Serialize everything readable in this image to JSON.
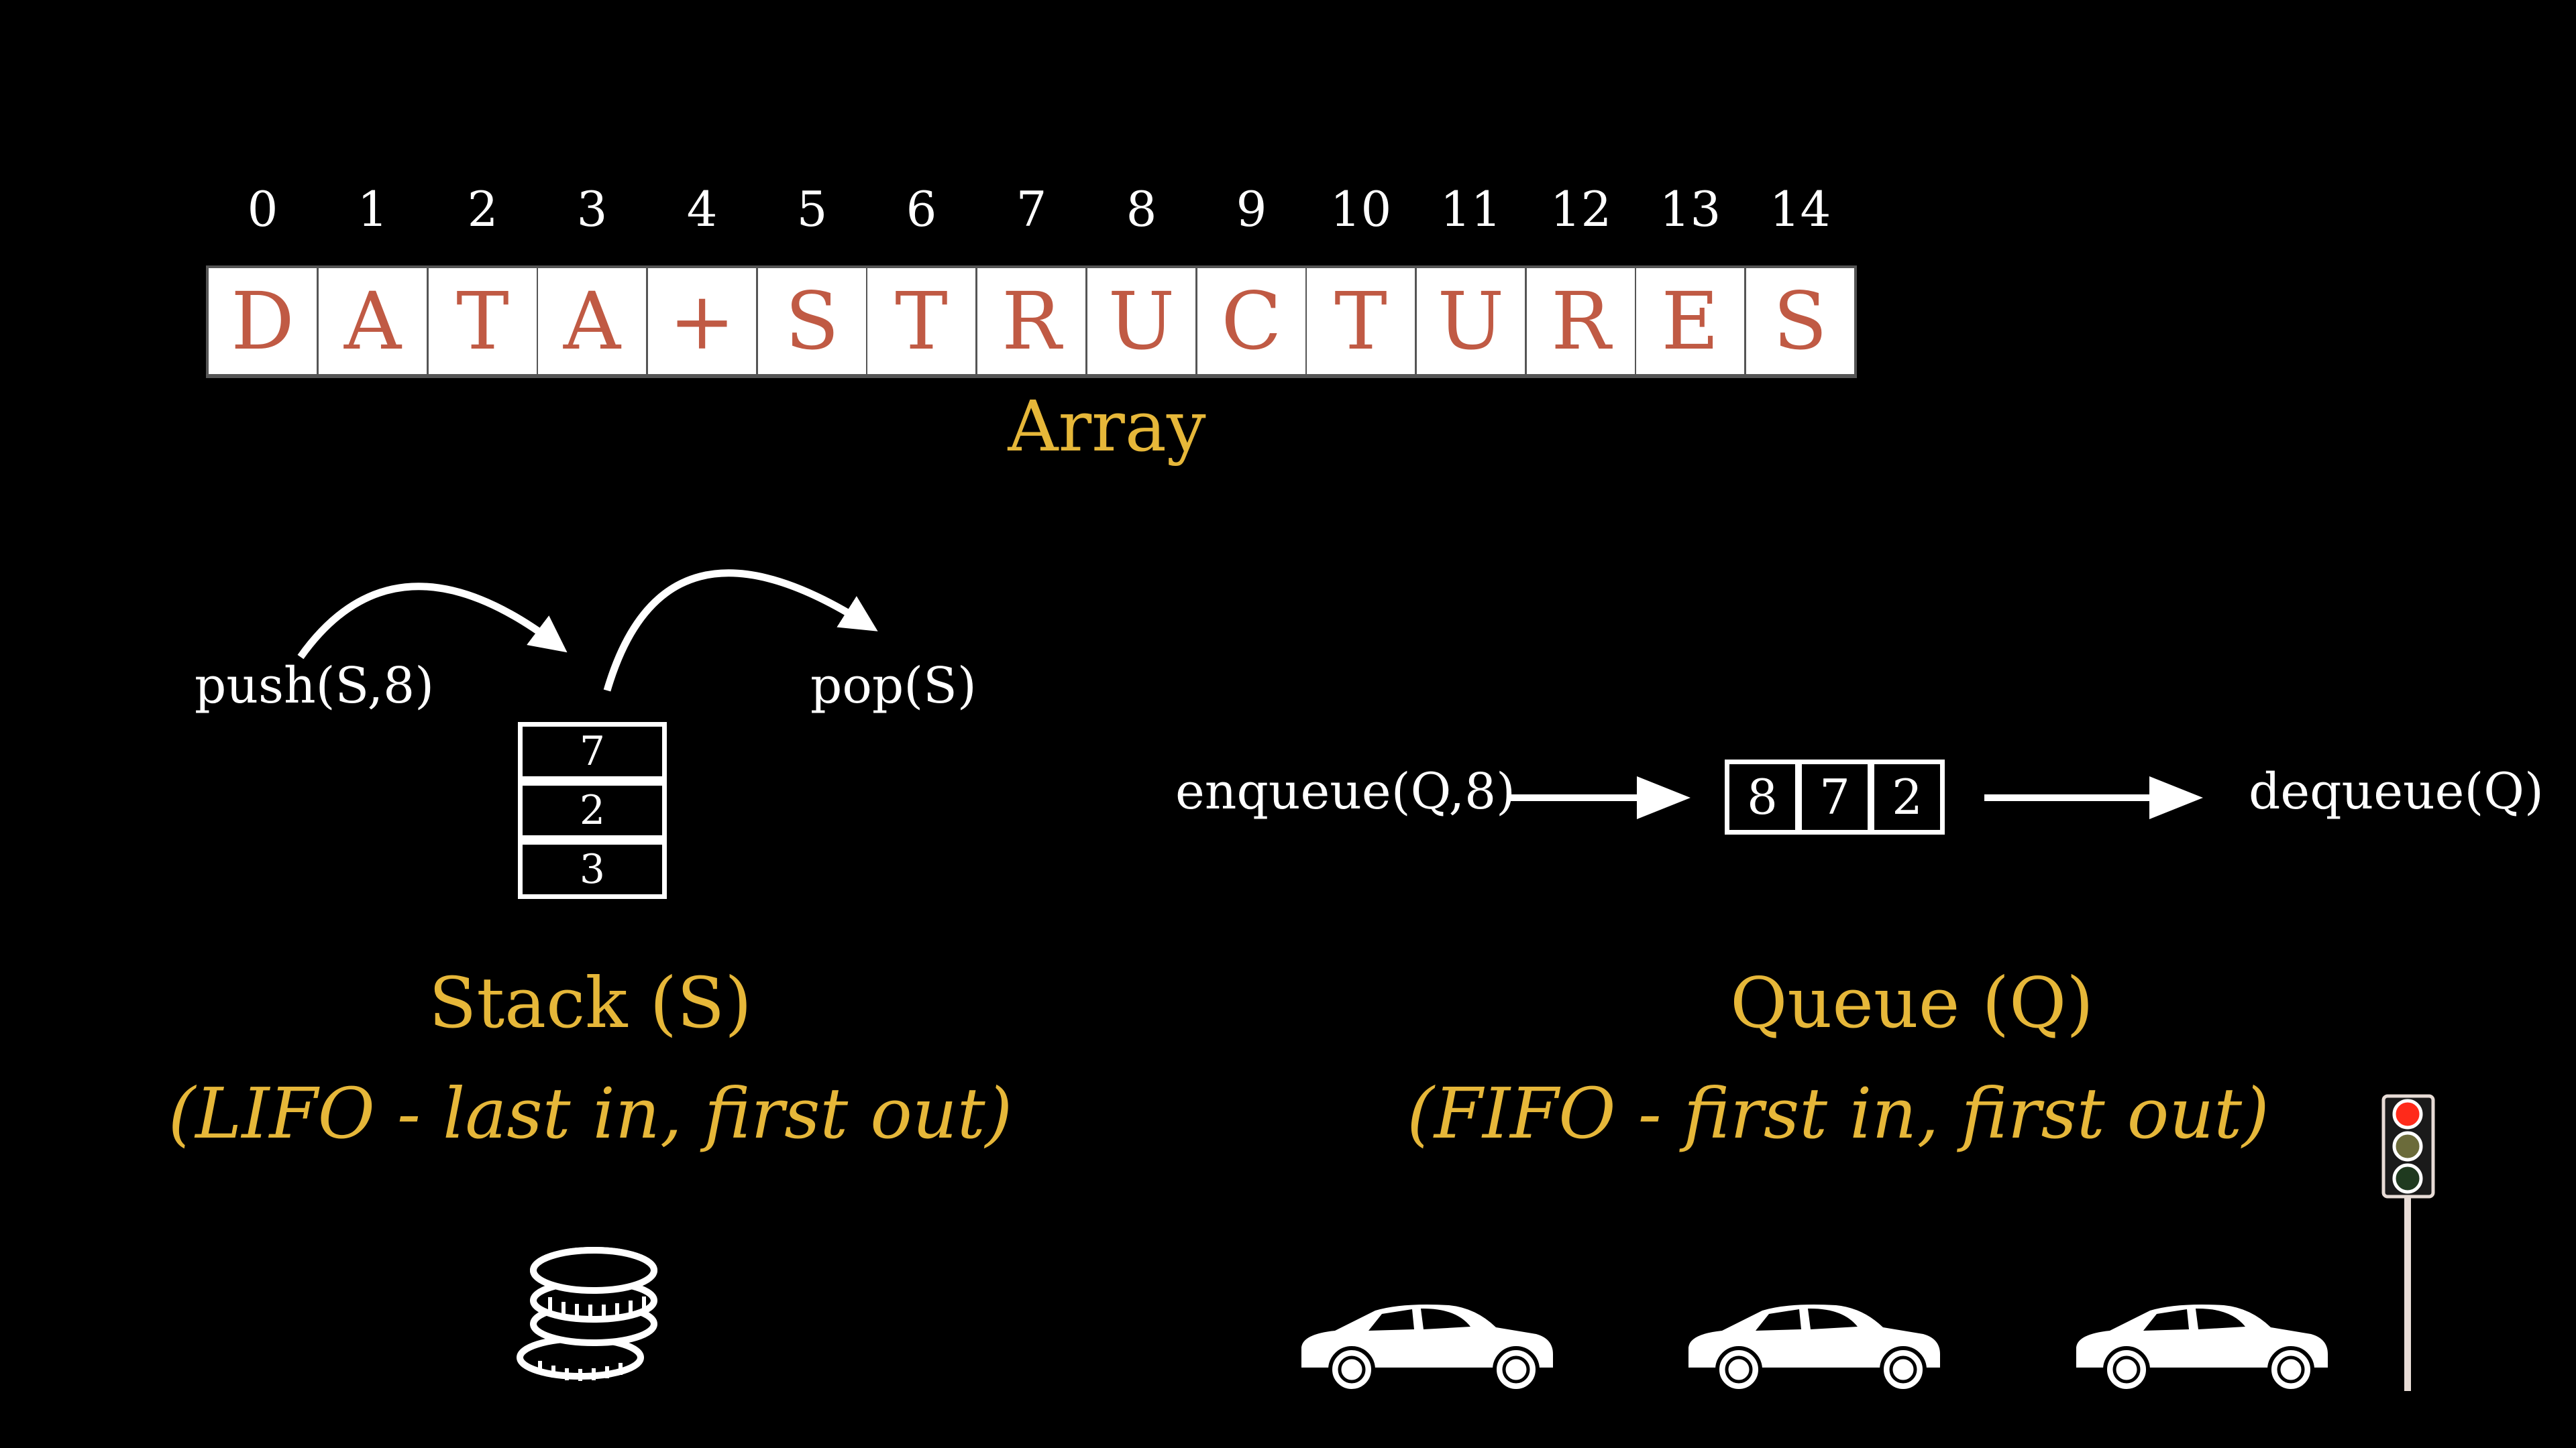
{
  "array": {
    "indices": [
      "0",
      "1",
      "2",
      "3",
      "4",
      "5",
      "6",
      "7",
      "8",
      "9",
      "10",
      "11",
      "12",
      "13",
      "14"
    ],
    "cells": [
      "D",
      "A",
      "T",
      "A",
      "+",
      "S",
      "T",
      "R",
      "U",
      "C",
      "T",
      "U",
      "R",
      "E",
      "S"
    ],
    "label": "Array"
  },
  "stack": {
    "push_label": "push(S,8)",
    "pop_label": "pop(S)",
    "cells": [
      "7",
      "2",
      "3"
    ],
    "title": "Stack (S)",
    "subtitle": "(LIFO - last in, first out)",
    "icon": "coins-icon"
  },
  "queue": {
    "enqueue_label": "enqueue(Q,8)",
    "dequeue_label": "dequeue(Q)",
    "cells": [
      "8",
      "7",
      "2"
    ],
    "title": "Queue (Q)",
    "subtitle": "(FIFO - first in, first out)",
    "icons": [
      "car-icon",
      "car-icon",
      "car-icon",
      "traffic-light-icon"
    ]
  },
  "colors": {
    "background": "#000000",
    "gold": "#e6b739",
    "letter": "#c05a44",
    "white": "#ffffff"
  }
}
